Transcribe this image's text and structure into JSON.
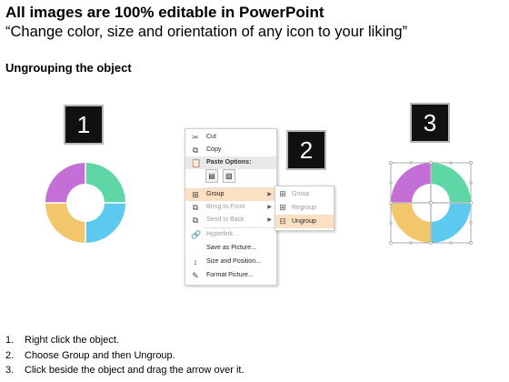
{
  "header": {
    "title": "All images are 100% editable in PowerPoint",
    "subtitle": "“Change color, size and orientation of any icon to your liking”",
    "section": "Ungrouping the object"
  },
  "badges": [
    "1",
    "2",
    "3"
  ],
  "colors": {
    "purple": "#c46fd5",
    "green": "#5fd6a6",
    "blue": "#5ec9ef",
    "orange": "#f2c66a"
  },
  "context_menu": {
    "items": [
      {
        "icon": "scissors-icon",
        "label": "Cut",
        "state": "normal"
      },
      {
        "icon": "copy-icon",
        "label": "Copy",
        "state": "normal"
      },
      {
        "icon": "paste-icon",
        "label": "Paste Options:",
        "state": "header"
      },
      {
        "icon": "group-icon",
        "label": "Group",
        "state": "active",
        "submenu": true
      },
      {
        "icon": "bring-to-front-icon",
        "label": "Bring to Front",
        "state": "disabled",
        "submenu": true
      },
      {
        "icon": "send-to-back-icon",
        "label": "Send to Back",
        "state": "disabled",
        "submenu": true
      },
      {
        "icon": "hyperlink-icon",
        "label": "Hyperlink...",
        "state": "disabled"
      },
      {
        "icon": "",
        "label": "Save as Picture...",
        "state": "normal"
      },
      {
        "icon": "size-position-icon",
        "label": "Size and Position...",
        "state": "normal"
      },
      {
        "icon": "format-picture-icon",
        "label": "Format Picture...",
        "state": "normal"
      }
    ]
  },
  "sub_menu": {
    "items": [
      {
        "icon": "group-icon",
        "label": "Group",
        "state": "disabled"
      },
      {
        "icon": "regroup-icon",
        "label": "Regroup",
        "state": "disabled"
      },
      {
        "icon": "ungroup-icon",
        "label": "Ungroup",
        "state": "active"
      }
    ]
  },
  "steps": [
    {
      "num": "1.",
      "text": "Right click the object."
    },
    {
      "num": "2.",
      "text": "Choose Group and then Ungroup."
    },
    {
      "num": "3.",
      "text": "Click beside the object and drag the arrow over it."
    }
  ]
}
